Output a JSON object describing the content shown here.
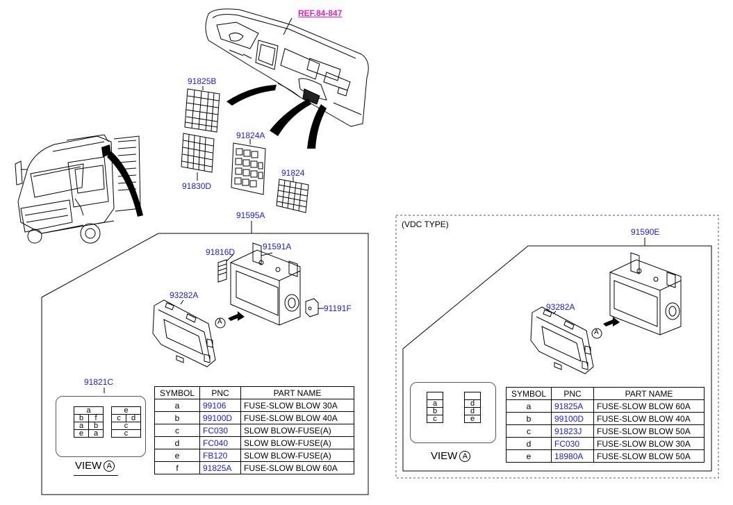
{
  "ref_label": "REF.84-847",
  "callouts": {
    "c91825B": "91825B",
    "c91830D": "91830D",
    "c91824A": "91824A",
    "c91824": "91824",
    "c91595A": "91595A",
    "c91816D": "91816D",
    "c91591A": "91591A",
    "c93282A_left": "93282A",
    "c91191F": "91191F",
    "c91821C": "91821C",
    "c91590E": "91590E",
    "c93282A_right": "93282A"
  },
  "view_marker": "A",
  "vdc_label": "(VDC TYPE)",
  "view_label": "VIEW",
  "left_fuse_layout": {
    "left_col": [
      [
        "a"
      ],
      [
        "b",
        "f"
      ],
      [
        "a",
        "b"
      ],
      [
        "e",
        "a"
      ]
    ],
    "right_col": [
      [
        "e"
      ],
      [
        "c",
        "d"
      ],
      [
        "c"
      ],
      [
        "c"
      ]
    ]
  },
  "right_fuse_layout": {
    "left_col": [
      "",
      "a",
      "b",
      "c"
    ],
    "right_col": [
      "",
      "d",
      "d",
      "e"
    ]
  },
  "left_table": {
    "headers": [
      "SYMBOL",
      "PNC",
      "PART NAME"
    ],
    "rows": [
      {
        "symbol": "a",
        "pnc": "99106",
        "name": "FUSE-SLOW BLOW 30A"
      },
      {
        "symbol": "b",
        "pnc": "99100D",
        "name": "FUSE-SLOW BLOW 40A"
      },
      {
        "symbol": "c",
        "pnc": "FC030",
        "name": "SLOW BLOW-FUSE(A)"
      },
      {
        "symbol": "d",
        "pnc": "FC040",
        "name": "SLOW BLOW-FUSE(A)"
      },
      {
        "symbol": "e",
        "pnc": "FB120",
        "name": "SLOW BLOW-FUSE(A)"
      },
      {
        "symbol": "f",
        "pnc": "91825A",
        "name": "FUSE-SLOW BLOW 60A"
      }
    ]
  },
  "right_table": {
    "headers": [
      "SYMBOL",
      "PNC",
      "PART NAME"
    ],
    "rows": [
      {
        "symbol": "a",
        "pnc": "91825A",
        "name": "FUSE-SLOW BLOW 60A"
      },
      {
        "symbol": "b",
        "pnc": "99100D",
        "name": "FUSE-SLOW BLOW 40A"
      },
      {
        "symbol": "c",
        "pnc": "91823J",
        "name": "FUSE-SLOW BLOW 50A"
      },
      {
        "symbol": "d",
        "pnc": "FC030",
        "name": "FUSE-SLOW BLOW 30A"
      },
      {
        "symbol": "e",
        "pnc": "18980A",
        "name": "FUSE-SLOW BLOW 50A"
      }
    ]
  },
  "colors": {
    "callout": "#1a1adc",
    "reference": "#e020c8",
    "line": "#000000"
  }
}
